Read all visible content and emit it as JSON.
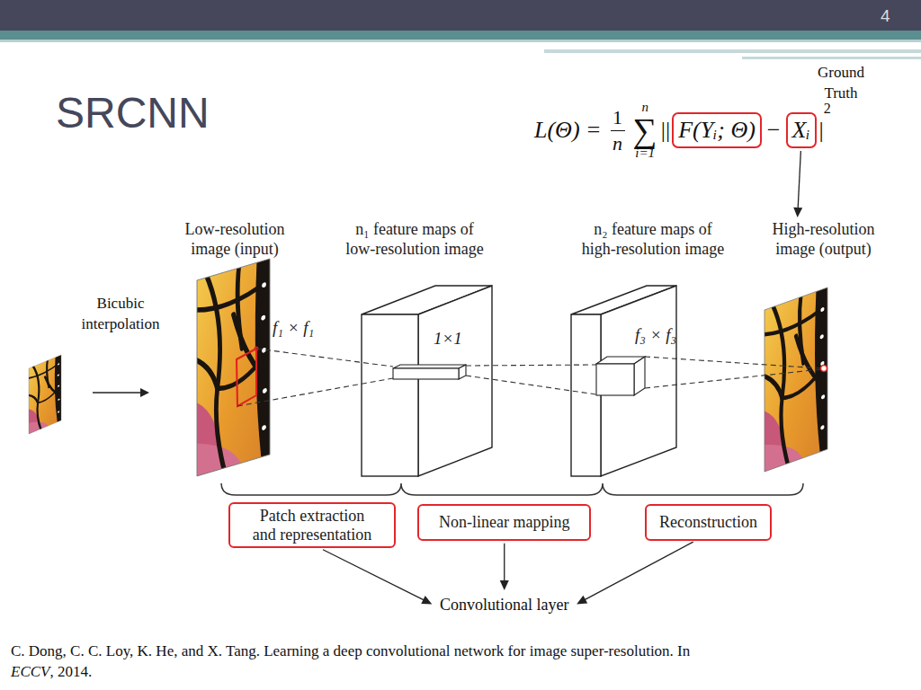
{
  "diagram": {
    "title": "SRCNN",
    "nodes": [
      {
        "text": [
          "F(Yᵢ; Θ)"
        ]
      },
      {
        "text": [
          "Xᵢ"
        ]
      },
      {
        "text": [
          "Low-resolution image (input)"
        ]
      },
      {
        "text": [
          "n₁ feature maps of low-resolution image",
          "1×1"
        ]
      },
      {
        "text": [
          "n₂ feature maps of high-resolution image",
          "f₃ × f₃"
        ]
      },
      {
        "text": [
          "High-resolution image (output)"
        ]
      },
      {
        "text": [
          "Patch extraction and representation"
        ]
      },
      {
        "text": [
          "Non-linear mapping"
        ]
      },
      {
        "text": [
          "Reconstruction"
        ]
      },
      {
        "text": [
          "Convolutional layer"
        ]
      }
    ],
    "edges": [
      {
        "from": 1,
        "to": 5,
        "arrow": "to"
      },
      {
        "from": 6,
        "to": 9,
        "arrow": "to"
      },
      {
        "from": 7,
        "to": 9,
        "arrow": "to"
      },
      {
        "from": 8,
        "to": 9,
        "arrow": "to"
      }
    ],
    "labels": [
      "4",
      "L(Θ) =",
      "1",
      "n",
      "∑",
      "n",
      "i=1",
      "||",
      "−",
      "|",
      "2",
      "Ground Truth",
      "Bicubic interpolation",
      "f₁ × f₁",
      "C. Dong, C. C. Loy, K. He, and X. Tang. Learning a deep convolutional network for image super-resolution. In",
      "ECCV",
      ", 2014."
    ]
  }
}
